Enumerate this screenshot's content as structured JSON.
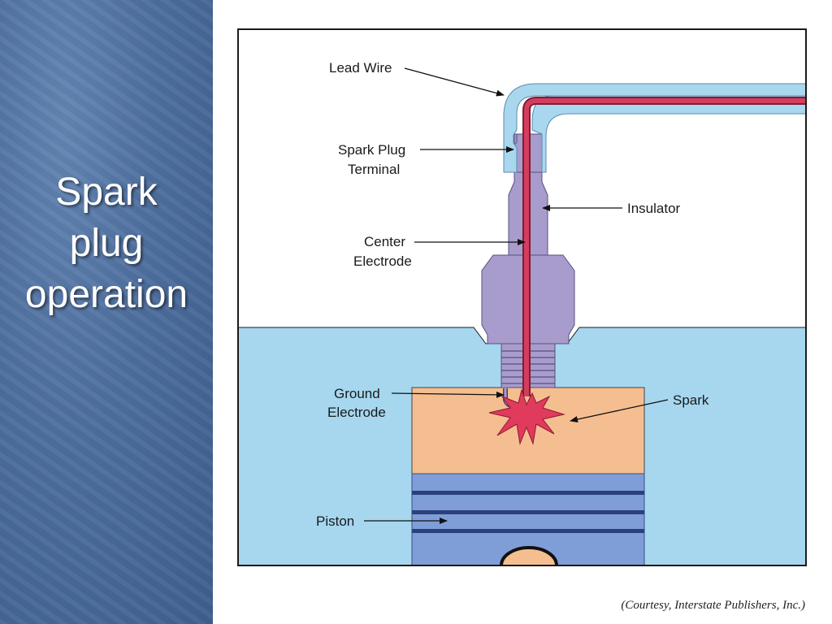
{
  "slide": {
    "title_lines": [
      "Spark",
      "plug",
      "operation"
    ],
    "credit": "(Courtesy, Interstate Publishers, Inc.)"
  },
  "diagram": {
    "labels": {
      "lead_wire": "Lead Wire",
      "spark_plug_terminal_1": "Spark Plug",
      "spark_plug_terminal_2": "Terminal",
      "insulator": "Insulator",
      "center_electrode_1": "Center",
      "center_electrode_2": "Electrode",
      "ground_electrode_1": "Ground",
      "ground_electrode_2": "Electrode",
      "spark": "Spark",
      "piston": "Piston"
    },
    "colors": {
      "sidebar": "#4d6e9e",
      "wire_insulation": "#a9d8ee",
      "wire_core": "#c8385a",
      "plug_body": "#a79ccc",
      "cylinder": "#a6d7ef",
      "combustion_chamber": "#f5be90",
      "piston": "#7f9ed8",
      "spark": "#e03a5c"
    }
  }
}
